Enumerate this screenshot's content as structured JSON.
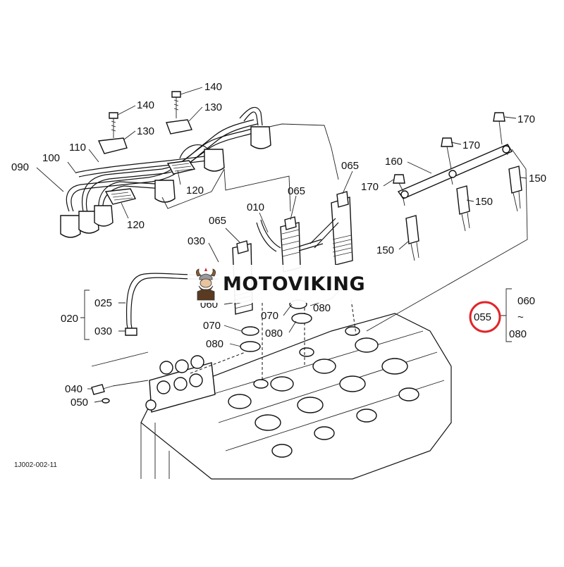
{
  "diagram": {
    "labels": {
      "p140_a": "140",
      "p140_b": "140",
      "p130_a": "130",
      "p130_b": "130",
      "p110": "110",
      "p100": "100",
      "p090": "090",
      "p120_a": "120",
      "p120_b": "120",
      "p065_a": "065",
      "p065_b": "065",
      "p065_c": "065",
      "p010": "010",
      "p030_top": "030",
      "p170_a": "170",
      "p170_b": "170",
      "p170_c": "170",
      "p160": "160",
      "p150_a": "150",
      "p150_b": "150",
      "p150_c": "150",
      "p020": "020",
      "p025": "025",
      "p030_left": "030",
      "p060": "060",
      "p070_a": "070",
      "p070_b": "070",
      "p080_a": "080",
      "p080_b": "080",
      "p080_c": "080",
      "p040": "040",
      "p050": "050",
      "p055": "055",
      "p060_r": "060",
      "tilde": "~",
      "p080_r": "080"
    },
    "figure_code": "1J002-002-11",
    "highlight_color": "#e0262b"
  },
  "watermark": {
    "text": "MOTOVIKING"
  }
}
